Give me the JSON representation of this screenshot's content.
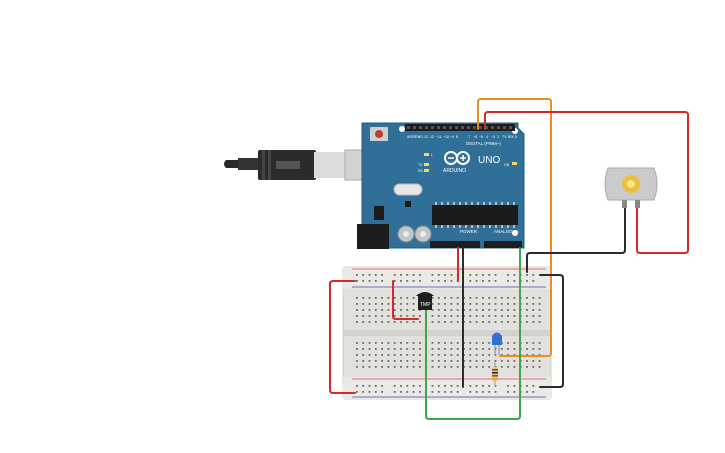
{
  "board": {
    "brand": "ARDUINO",
    "model": "UNO",
    "digital_label": "DIGITAL (PWM~)",
    "power_label": "POWER",
    "analog_label": "ANALOG IN",
    "tx_label": "TX",
    "rx_label": "RX",
    "on_label": "ON",
    "l_label": "L",
    "aref_label": "AREF",
    "gnd_label": "GND",
    "pin_13": "13",
    "pin_12": "12",
    "pin_11": "~11",
    "pin_10": "~10",
    "pin_9": "~9",
    "pin_8": "8",
    "pin_7": "7",
    "pin_6": "~6",
    "pin_5": "~5",
    "pin_4": "4",
    "pin_3": "~3",
    "pin_2": "2",
    "pin_1": "TX 1",
    "pin_0": "RX 0"
  },
  "sensor": {
    "label": "TMP"
  },
  "colors": {
    "board": "#2f6f98",
    "breadboard": "#e3e1de",
    "wire_red": "#d42a2a",
    "wire_black": "#2b2b2b",
    "wire_orange": "#e7901f",
    "wire_green": "#3fa64a",
    "led": "#2f6fd6",
    "motor_body": "#c9cbcd"
  }
}
